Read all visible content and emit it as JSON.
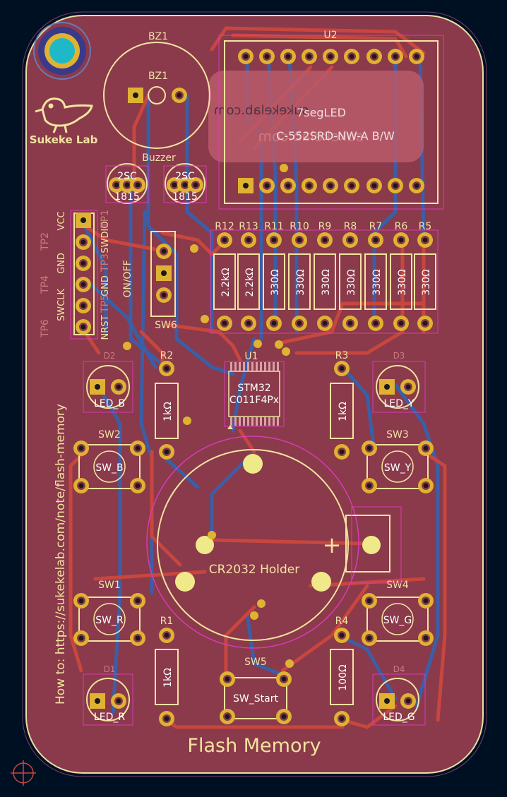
{
  "board": {
    "title": "Flash Memory",
    "logo_text": "Sukeke Lab",
    "howto": "How to: https://sukekelab.com/note/flash-memory",
    "back_domain_mirrored": "sukekelab.com",
    "colors": {
      "background": "#001023",
      "board_fill": "#8a3a4a",
      "copper_front": "#c8463e",
      "copper_back": "#3a5fa8",
      "pad": "#e0b232",
      "silkscreen": "#f3e3a1",
      "courtyard": "#d93ab5",
      "outline": "#e8e0a8"
    }
  },
  "components": {
    "buzzer": {
      "ref": "BZ1",
      "value": "Buzzer"
    },
    "display": {
      "ref": "U2",
      "value1": "7segLED",
      "value2": "C-552SRD-NW-A B/W"
    },
    "transistors": [
      {
        "top": "2SC",
        "bottom": "1815"
      },
      {
        "top": "2SC",
        "bottom": "1815"
      }
    ],
    "resistor_refs_top": [
      "R12",
      "R13",
      "R11",
      "R10",
      "R9",
      "R8",
      "R7",
      "R6",
      "R5"
    ],
    "resistor_values_top": [
      "2.2kΩ",
      "2.2kΩ",
      "330Ω",
      "330Ω",
      "330Ω",
      "330Ω",
      "330Ω",
      "330Ω",
      "330Ω"
    ],
    "mcu": {
      "ref": "U1",
      "line1": "STM32",
      "line2": "C011F4Px"
    },
    "switch_power": {
      "ref": "SW6",
      "label": "ON/OFF"
    },
    "test_points": {
      "labels": [
        "TP1",
        "TP2",
        "TP3",
        "TP4",
        "TP5",
        "TP6"
      ],
      "pins": [
        "VCC",
        "SWDIO",
        "GND",
        "SWCLK",
        "NRST"
      ]
    },
    "leds": [
      {
        "ref": "D2",
        "value": "LED_B"
      },
      {
        "ref": "D3",
        "value": "LED_Y"
      },
      {
        "ref": "D1",
        "value": "LED_R"
      },
      {
        "ref": "D4",
        "value": "LED_G"
      }
    ],
    "side_resistors": [
      {
        "ref": "R2",
        "value": "1kΩ"
      },
      {
        "ref": "R3",
        "value": "1kΩ"
      },
      {
        "ref": "R1",
        "value": "1kΩ"
      },
      {
        "ref": "R4",
        "value": "100Ω"
      }
    ],
    "buttons": [
      {
        "ref": "SW2",
        "value": "SW_B"
      },
      {
        "ref": "SW3",
        "value": "SW_Y"
      },
      {
        "ref": "SW1",
        "value": "SW_R"
      },
      {
        "ref": "SW4",
        "value": "SW_G"
      },
      {
        "ref": "SW5",
        "value": "SW_Start"
      }
    ],
    "battery": {
      "value": "CR2032 Holder",
      "polarity": "+"
    }
  }
}
